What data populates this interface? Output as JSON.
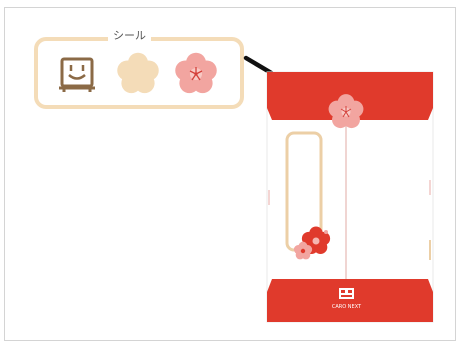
{
  "sticker_panel": {
    "label": "シール"
  },
  "stickers": [
    {
      "name": "smiley-face-square"
    },
    {
      "name": "beige-plum-blossom"
    },
    {
      "name": "pink-plum-blossom"
    }
  ],
  "envelope": {
    "logo_text": "CARO NEXT"
  },
  "colors": {
    "envelope_red": "#e03a2c",
    "sticker_beige": "#f4dcb8",
    "sticker_brown": "#8b6a46",
    "blossom_pink": "#f2a5a0",
    "window_border": "#eccfa6",
    "arrow": "#111111"
  }
}
